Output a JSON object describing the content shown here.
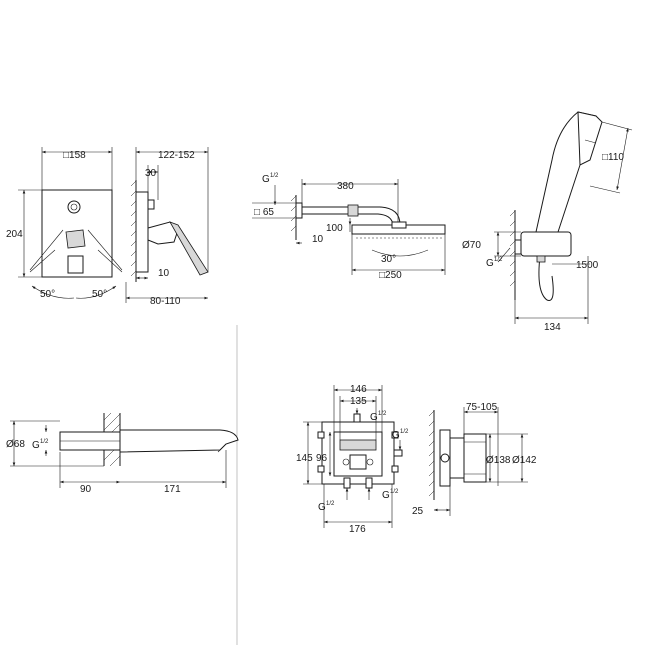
{
  "mixer_front": {
    "width_label": "□158",
    "height_label": "204",
    "angle_left": "50°",
    "angle_right": "50°"
  },
  "mixer_side": {
    "depth_range": "122-152",
    "offset_30": "30",
    "offset_10": "10",
    "wall_range": "80-110"
  },
  "shower_arm": {
    "thread_g": "G",
    "thread_frac": "1/2",
    "length": "380",
    "flange": "□ 65",
    "head_drop": "100",
    "offset_10": "10",
    "tilt": "30°",
    "head_size": "□250"
  },
  "hand_shower": {
    "head_size": "□110",
    "outlet_dia": "Ø70",
    "thread_g": "G",
    "thread_frac": "1/2",
    "hose_length": "1500",
    "projection": "134"
  },
  "spout": {
    "dia": "Ø68",
    "thread_g": "G",
    "thread_frac": "1/2",
    "wall_part": "90",
    "length": "171"
  },
  "rough_in_front": {
    "width_146": "146",
    "width_135": "135",
    "thread_g": "G",
    "thread_frac": "1/2",
    "h_145": "145",
    "h_96": "96",
    "width_176": "176"
  },
  "rough_in_side": {
    "depth_range": "75-105",
    "dia_138": "Ø138",
    "dia_142": "Ø142",
    "offset_25": "25"
  }
}
